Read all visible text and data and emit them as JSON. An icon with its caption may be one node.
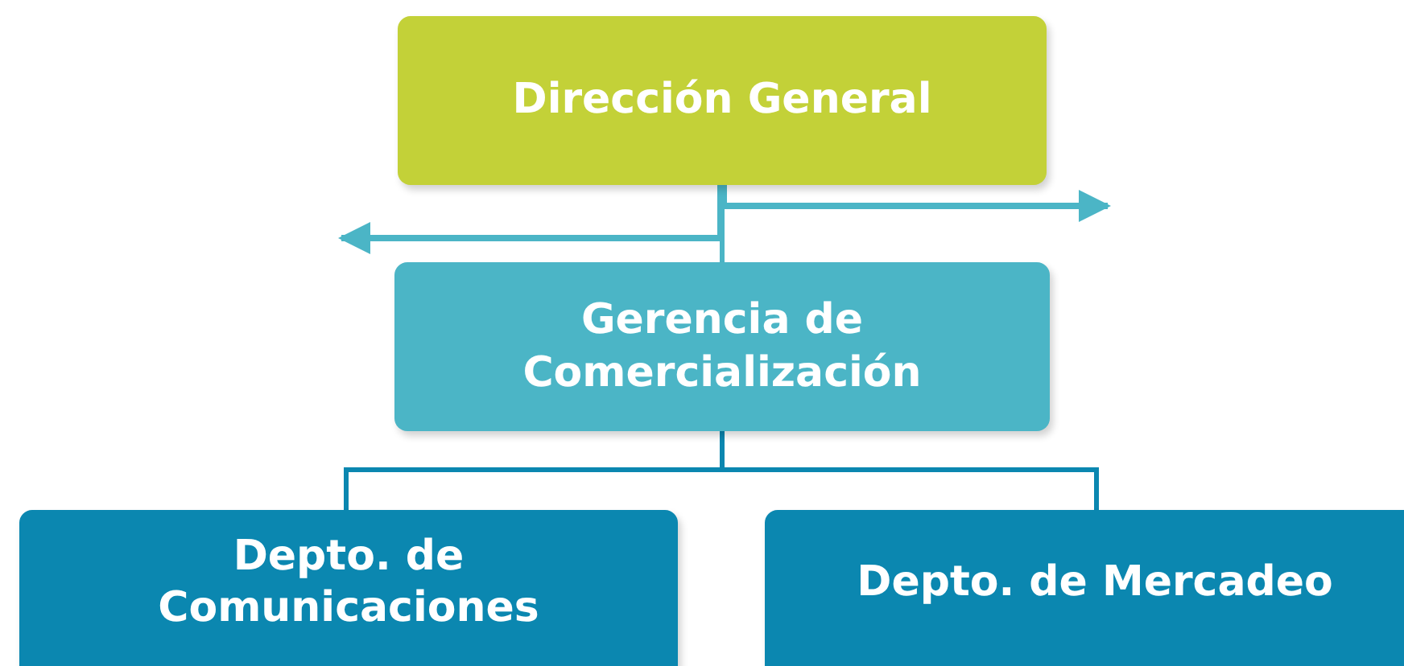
{
  "diagram": {
    "nodes": [
      {
        "text": [
          "Dirección General"
        ]
      },
      {
        "text": [
          "Gerencia de Comercialización"
        ]
      },
      {
        "text": [
          "Depto. de Comunicaciones"
        ]
      },
      {
        "text": [
          "Depto. de Mercadeo"
        ]
      }
    ],
    "edges": [
      {
        "from": 0,
        "to": 1,
        "arrow": "none"
      },
      {
        "from": 0,
        "to": null,
        "arrow": "to"
      },
      {
        "from": 0,
        "to": null,
        "arrow": "to"
      },
      {
        "from": 1,
        "to": 2,
        "arrow": "none",
        "color": "#0b87b0"
      },
      {
        "from": 1,
        "to": 3,
        "arrow": "none",
        "color": "#0b87b0"
      }
    ]
  }
}
